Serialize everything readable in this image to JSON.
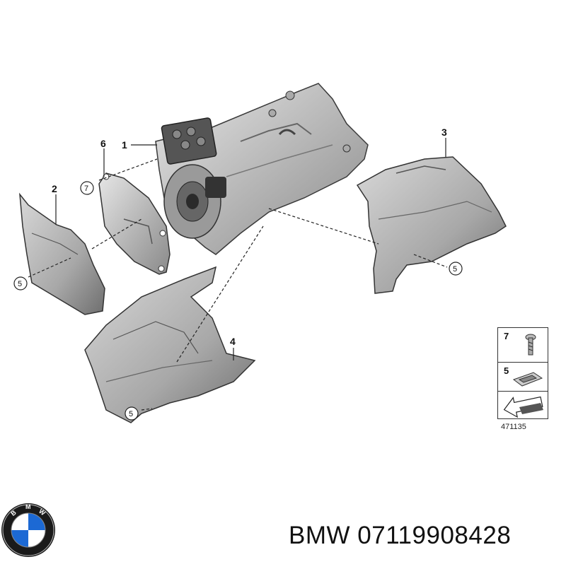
{
  "callouts": {
    "c1": "1",
    "c2": "2",
    "c3": "3",
    "c4": "4",
    "c6": "6",
    "c7": "7",
    "c5a": "5",
    "c5b": "5",
    "c5c": "5"
  },
  "legend": {
    "item7": "7",
    "item5": "5",
    "diagram_code": "471135"
  },
  "footer": {
    "brand_part": "BMW 07119908428"
  },
  "colors": {
    "part_fill": "#c9c9c9",
    "part_dark": "#7a7a7a",
    "line": "#222222",
    "bmw_blue": "#1c69d4"
  },
  "icons": {
    "logo": "bmw-roundel-logo",
    "bolt": "bolt-icon",
    "clip": "clip-icon",
    "arrow": "arrow-icon"
  }
}
